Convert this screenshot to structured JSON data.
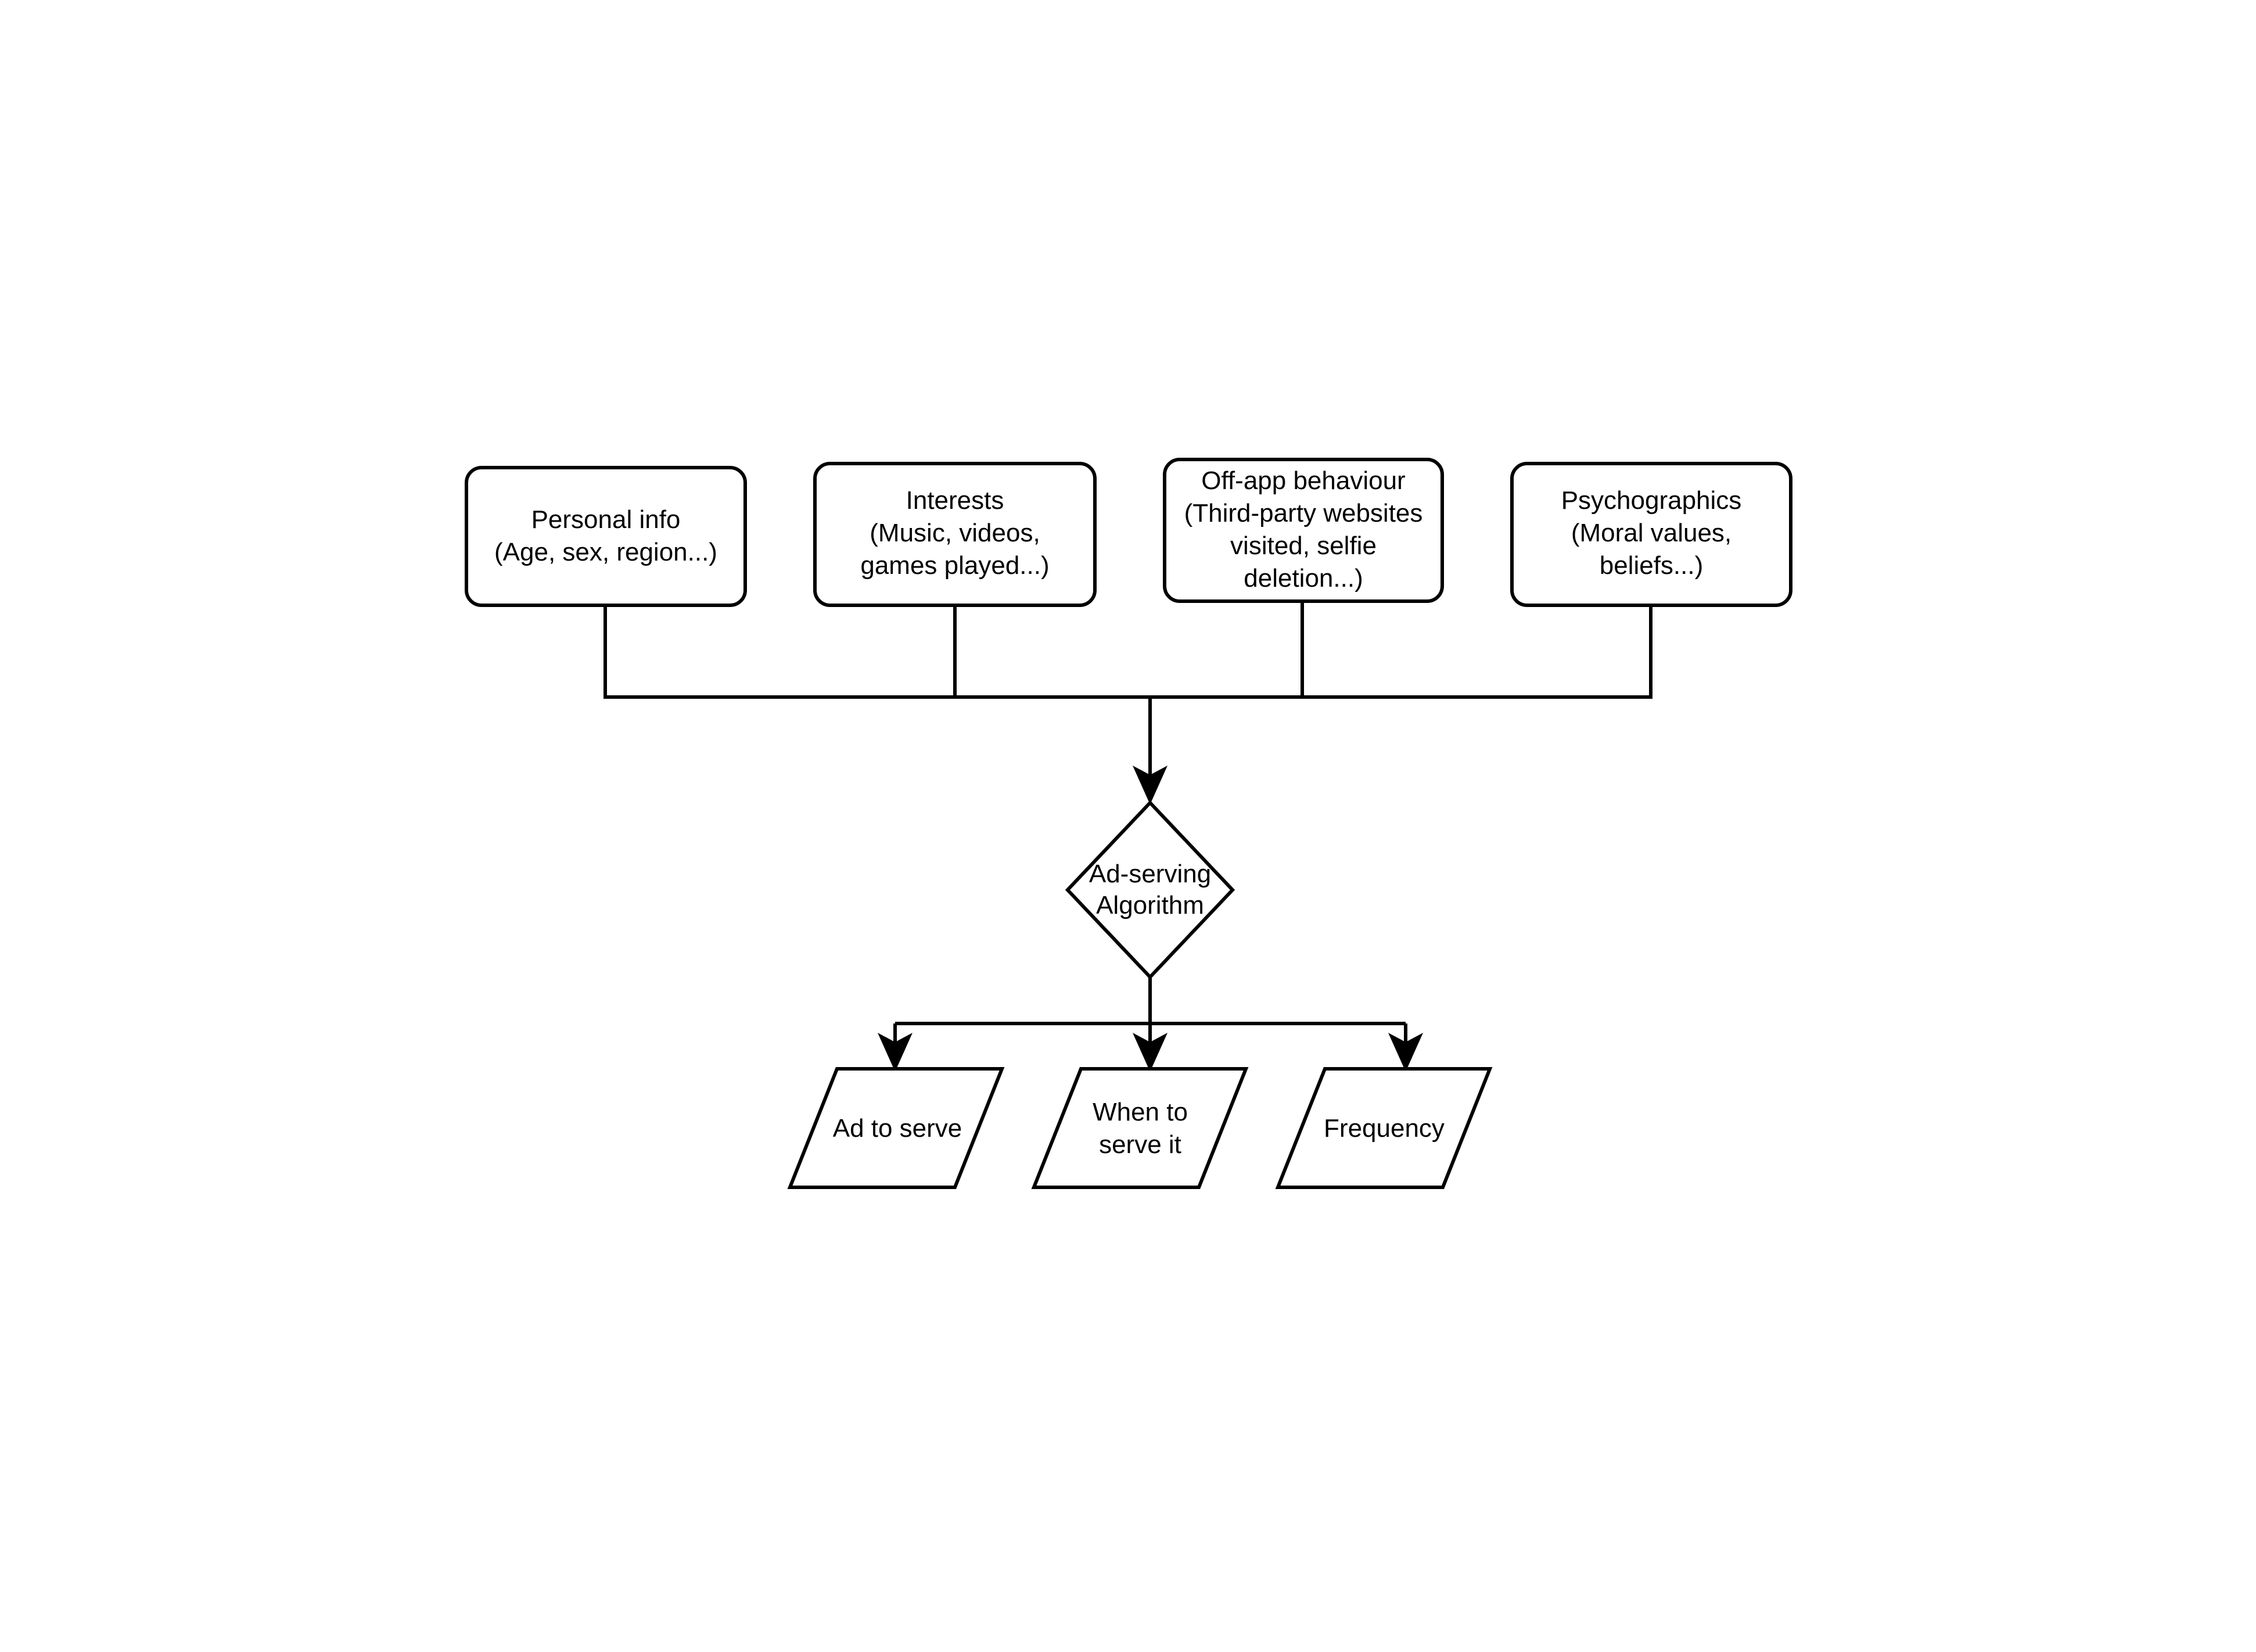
{
  "diagram": {
    "type": "flowchart",
    "title": "Ad-serving data flow",
    "stroke_color": "#000000",
    "fill_color": "#ffffff",
    "text_color": "#000000",
    "background": "#ffffff",
    "sources": [
      {
        "id": "personal-info",
        "shape": "rounded-rectangle",
        "lines": [
          "Personal info",
          "(Age, sex, region...)"
        ],
        "text": "Personal info\n(Age, sex, region...)"
      },
      {
        "id": "interests",
        "shape": "rounded-rectangle",
        "lines": [
          "Interests",
          "(Music, videos,",
          "games played...)"
        ],
        "text": "Interests\n(Music, videos,\ngames played...)"
      },
      {
        "id": "off-app-behaviour",
        "shape": "rounded-rectangle",
        "lines": [
          "Off-app behaviour",
          "(Third-party websites",
          "visited, selfie",
          "deletion...)"
        ],
        "text": "Off-app behaviour\n(Third-party websites\nvisited, selfie\ndeletion...)"
      },
      {
        "id": "psychographics",
        "shape": "rounded-rectangle",
        "lines": [
          "Psychographics",
          "(Moral values,",
          "beliefs...)"
        ],
        "text": "Psychographics\n(Moral values,\nbeliefs...)"
      }
    ],
    "decision": {
      "id": "ad-serving-algorithm",
      "shape": "diamond",
      "lines": [
        "Ad-serving",
        "Algorithm"
      ],
      "text": "Ad-serving\nAlgorithm"
    },
    "outputs": [
      {
        "id": "ad-to-serve",
        "shape": "parallelogram",
        "lines": [
          "Ad to serve"
        ],
        "text": "Ad to serve"
      },
      {
        "id": "when-to-serve-it",
        "shape": "parallelogram",
        "lines": [
          "When to",
          "serve it"
        ],
        "text": "When to\nserve it"
      },
      {
        "id": "frequency",
        "shape": "parallelogram",
        "lines": [
          "Frequency"
        ],
        "text": "Frequency"
      }
    ],
    "connectors": {
      "inbound_label": "four data sources merge into the algorithm",
      "outbound_label": "algorithm fans out to three outputs"
    }
  }
}
